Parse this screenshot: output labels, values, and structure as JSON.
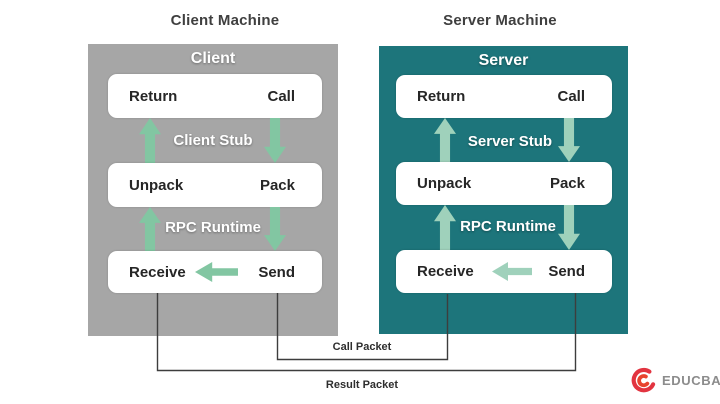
{
  "titles": {
    "client": "Client Machine",
    "server": "Server Machine"
  },
  "client": {
    "header": "Client",
    "stub": "Client Stub",
    "runtime": "RPC Runtime",
    "rows": [
      {
        "left": "Return",
        "right": "Call"
      },
      {
        "left": "Unpack",
        "right": "Pack"
      },
      {
        "left": "Receive",
        "right": "Send"
      }
    ]
  },
  "server": {
    "header": "Server",
    "stub": "Server Stub",
    "runtime": "RPC Runtime",
    "rows": [
      {
        "left": "Return",
        "right": "Call"
      },
      {
        "left": "Unpack",
        "right": "Pack"
      },
      {
        "left": "Receive",
        "right": "Send"
      }
    ]
  },
  "connectors": {
    "call_packet": "Call Packet",
    "result_packet": "Result Packet"
  },
  "logo": {
    "brand": "EDUCBA"
  },
  "colors": {
    "client_panel": "#a6a6a6",
    "server_panel": "#1d757b",
    "client_arrow": "#82c6a2",
    "server_arrow": "#9fd1bb",
    "connector_line": "#3d3d3d",
    "logo_red": "#e23440",
    "logo_text": "#8c8c8c"
  }
}
